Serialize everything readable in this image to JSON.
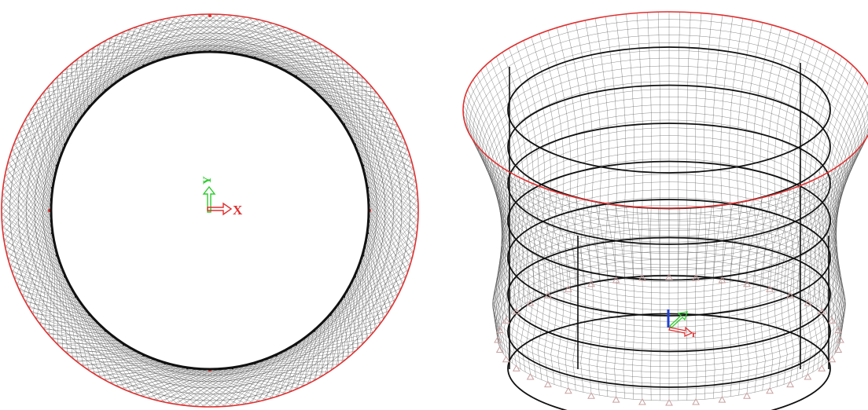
{
  "views": {
    "plan": {
      "axes": {
        "x_label": "X",
        "y_label": "Y"
      }
    },
    "iso": {
      "axes": {
        "x_label": "r"
      }
    }
  },
  "colors": {
    "background": "#ffffff",
    "mesh": "#5a5a5a",
    "thick_member": "#111111",
    "boundary": "#e03030",
    "axis_x": "#e03030",
    "axis_y": "#2ecc2e",
    "axis_z": "#1f3fd6",
    "support": "#c8a0a0"
  }
}
